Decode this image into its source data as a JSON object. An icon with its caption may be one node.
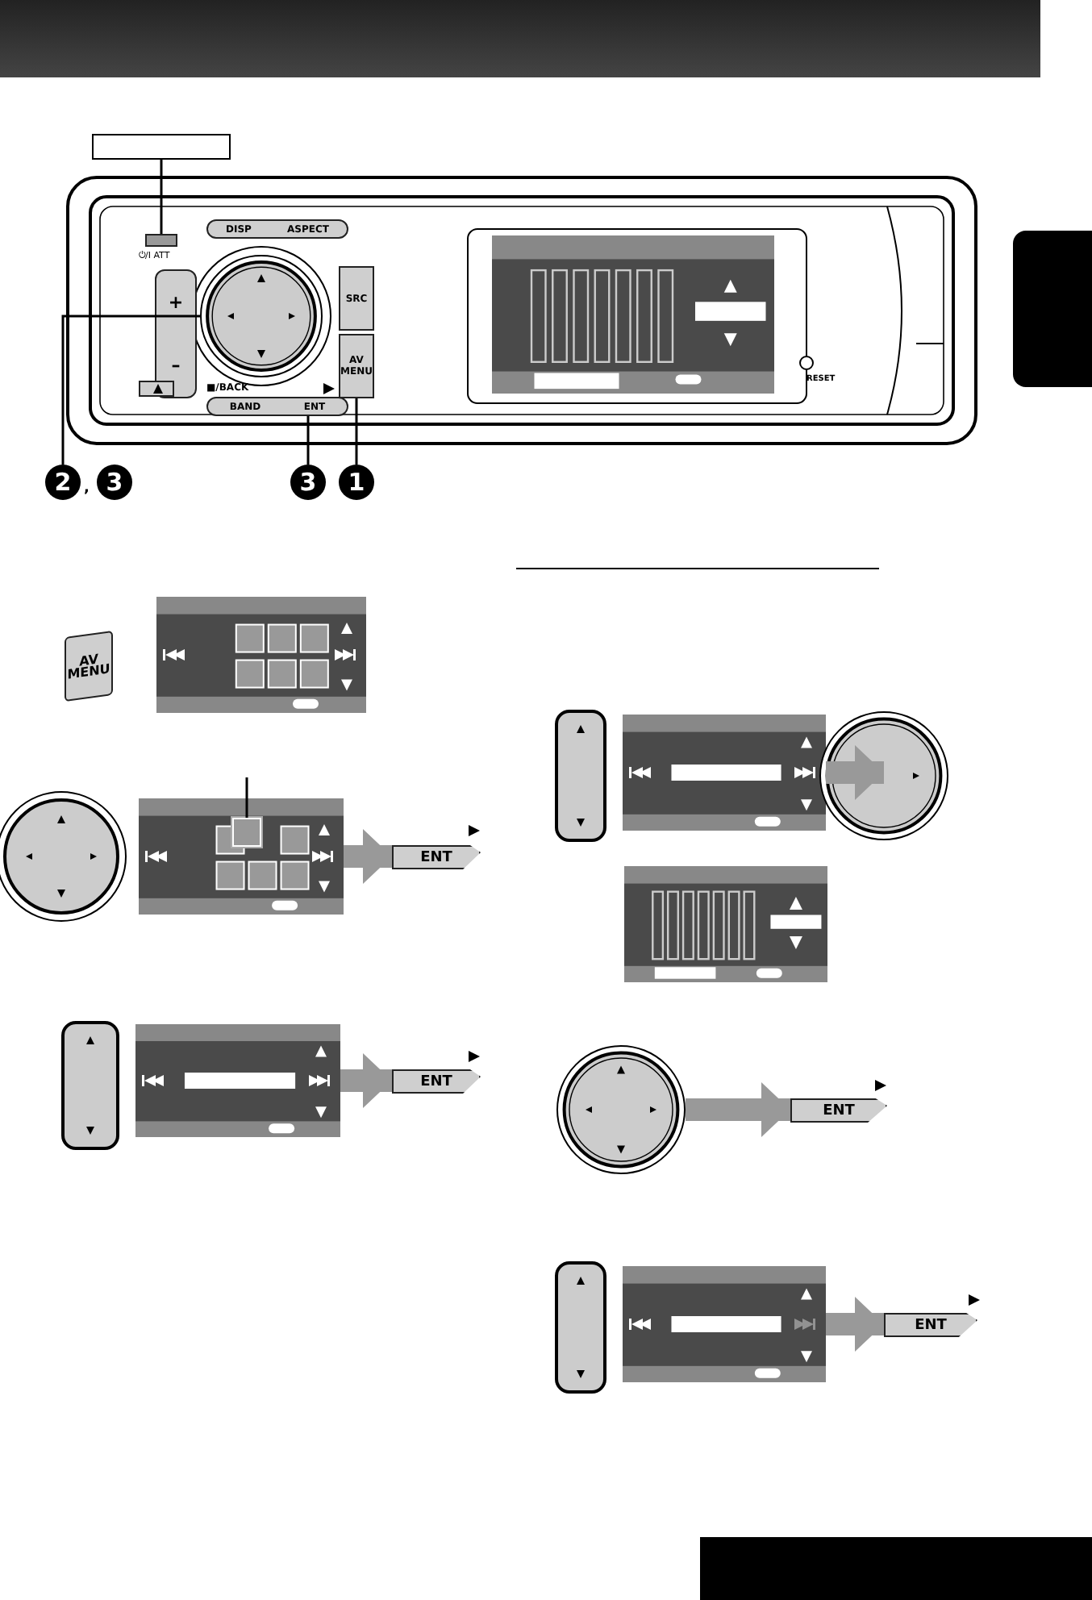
{
  "diagram": {
    "nodes": [
      {
        "text": [],
        "shape": "box"
      },
      {
        "text": [],
        "shape": "button",
        "beside": [
          "⏻/I ATT"
        ]
      },
      {
        "text": [
          "DISP",
          "ASPECT"
        ]
      },
      {
        "text": [
          "+",
          "–"
        ]
      },
      {
        "text": [],
        "shape": "circle"
      },
      {
        "text": [
          "SRC"
        ]
      },
      {
        "text": [
          "AV MENU"
        ]
      },
      {
        "text": [],
        "shape": "button"
      },
      {
        "text": [
          "BAND",
          "ENT"
        ]
      },
      {
        "text": [
          "2"
        ]
      },
      {
        "text": [
          "3"
        ]
      },
      {
        "text": [
          "3"
        ]
      },
      {
        "text": [
          "1"
        ]
      },
      {
        "text": [
          "AV MENU"
        ]
      },
      {
        "text": [],
        "shape": "box"
      },
      {
        "text": [],
        "shape": "box",
        "in": 14
      },
      {
        "text": [
          "ENT"
        ]
      },
      {
        "text": [],
        "shape": "box"
      },
      {
        "text": [
          "ENT"
        ]
      },
      {
        "text": [],
        "shape": "box"
      },
      {
        "text": [],
        "shape": "circle"
      },
      {
        "text": [],
        "shape": "circle"
      },
      {
        "text": [
          "ENT"
        ]
      },
      {
        "text": [],
        "shape": "box"
      },
      {
        "text": [
          "ENT"
        ]
      },
      {
        "text": [],
        "shape": "bar"
      },
      {
        "text": [],
        "shape": "bar"
      },
      {
        "text": [],
        "shape": "bar"
      }
    ],
    "edges": [
      {
        "from": 0,
        "to": 1,
        "arrow": "none"
      },
      {
        "from": 9,
        "to": 4,
        "arrow": "none"
      },
      {
        "from": 11,
        "to": 8,
        "arrow": "none"
      },
      {
        "from": 12,
        "to": 6,
        "arrow": "none"
      },
      {
        "from": null,
        "to": 15,
        "arrow": "none"
      },
      {
        "from": 14,
        "to": 16,
        "arrow": "to",
        "style": "thick",
        "color": "#999999"
      },
      {
        "from": 17,
        "to": 18,
        "arrow": "to",
        "style": "thick",
        "color": "#999999"
      },
      {
        "from": 19,
        "to": 20,
        "arrow": "to",
        "style": "thick",
        "color": "#999999"
      },
      {
        "from": 21,
        "to": 22,
        "arrow": "to",
        "style": "thick",
        "color": "#999999"
      },
      {
        "from": 23,
        "to": 24,
        "arrow": "to",
        "style": "thick",
        "color": "#999999"
      }
    ],
    "labels": [
      ",",
      "■/BACK",
      "RESET"
    ]
  }
}
